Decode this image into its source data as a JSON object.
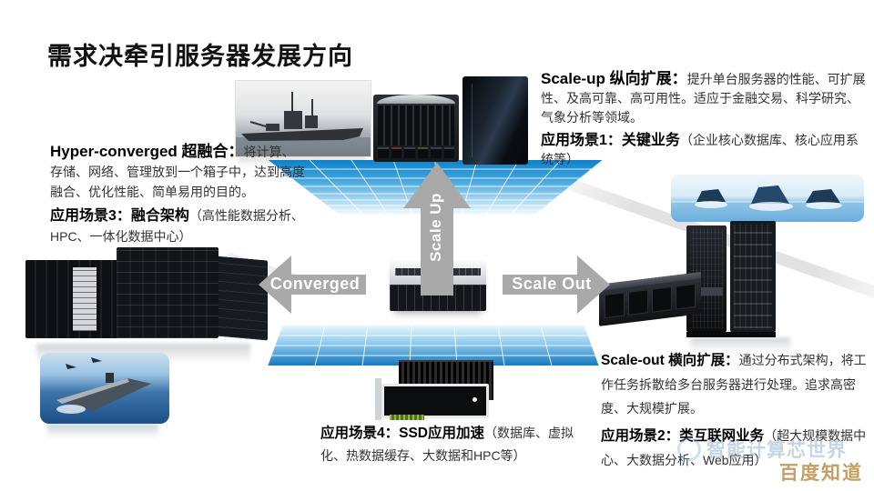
{
  "slide": {
    "title": "需求决牵引服务器发展方向"
  },
  "sections": {
    "hyper_converged": {
      "heading": "Hyper-converged 超融合：",
      "body": "将计算、存储、网络、管理放到一个箱子中，达到高度融合、优化性能、简单易用的目的。",
      "scenario_heading": "应用场景3：融合架构",
      "scenario_body": "（高性能数据分析、HPC、一体化数据中心）"
    },
    "scale_up": {
      "heading": "Scale-up 纵向扩展：",
      "body": "提升单台服务器的性能、可扩展性、及高可靠、高可用性。适应于金融交易、科学研究、气象分析等领域。",
      "scenario_heading": "应用场景1：关键业务",
      "scenario_body": "（企业核心数据库、核心应用系统等）"
    },
    "scale_out": {
      "heading": "Scale-out 横向扩展：",
      "body": "通过分布式架构，将工作任务拆散给多台服务器进行处理。追求高密度、大规模扩展。",
      "scenario_heading": "应用场景2：类互联网业务",
      "scenario_body": "（超大规模数据中心、大数据分析、Web应用）"
    },
    "ssd_acceleration": {
      "scenario_heading": "应用场景4：SSD应用加速",
      "scenario_body": "（数据库、虚拟化、热数据缓存、大数据和HPC等）"
    }
  },
  "arrows": {
    "up_label": "Scale Up",
    "left_label": "Converged",
    "right_label": "Scale Out"
  },
  "watermarks": {
    "brand_label": "智能计算芯世界",
    "source_label": "百度知道"
  },
  "icons": {
    "brand_logo": "circle-ring-icon"
  },
  "colors": {
    "grid_blue_dark": "#0d82c9",
    "grid_blue_light": "#e8f6fd",
    "arrow_gray": "#a9a9a9",
    "watermark_blue": "#94b2cd",
    "watermark_gold": "#c39f63",
    "title_black": "#111111"
  }
}
